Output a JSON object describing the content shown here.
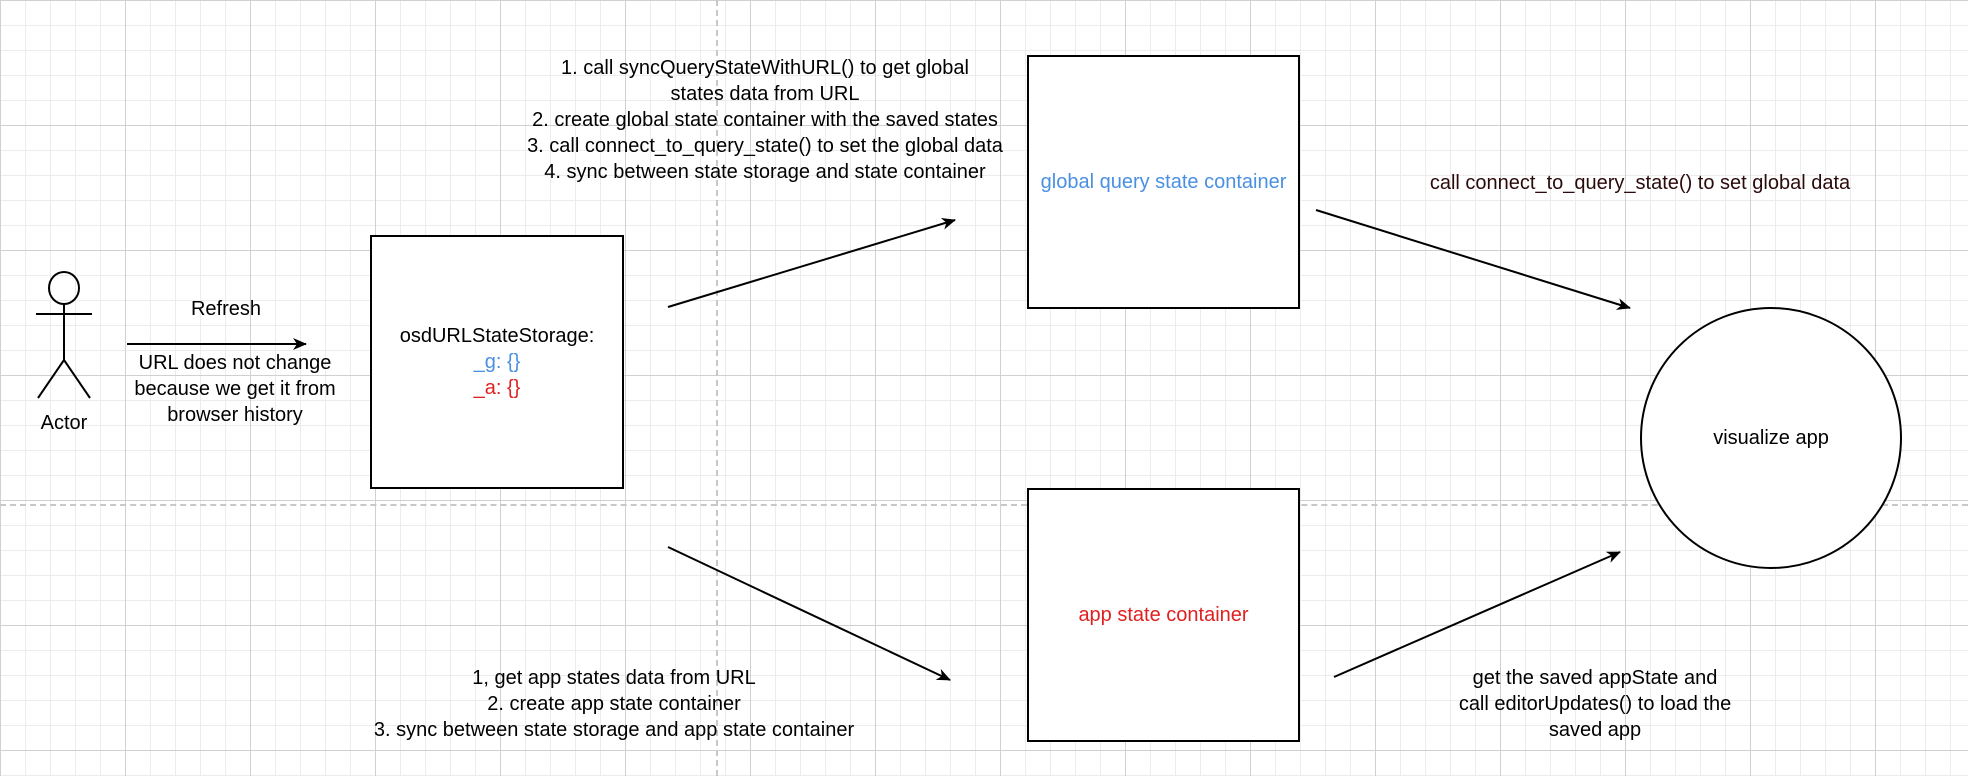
{
  "colors": {
    "blue": "#4a90e2",
    "red": "#e02020",
    "dark_maroon": "#2a0a0a",
    "stroke": "#000000",
    "grid": "#d0d0d0"
  },
  "actor": {
    "label": "Actor"
  },
  "refresh_edge": {
    "label": "Refresh",
    "note": [
      "URL does not change",
      "because we get it from",
      "browser history"
    ]
  },
  "storage": {
    "title": "osdURLStateStorage:",
    "g": "_g: {}",
    "a": "_a: {}"
  },
  "global_steps": [
    "1. call syncQueryStateWithURL() to get global",
    "states data from URL",
    "2. create global state container with the saved states",
    "3. call connect_to_query_state() to set the global data",
    "4. sync between state storage and state container"
  ],
  "app_steps": [
    "1, get app states data from URL",
    "2. create app state container",
    "3. sync between state storage and app state container"
  ],
  "global_container": {
    "label": "global query state container"
  },
  "app_container": {
    "label": "app state container"
  },
  "global_to_app_note": "call connect_to_query_state() to set global data",
  "app_to_app_note": [
    "get the saved appState and",
    "call editorUpdates() to load the",
    "saved app"
  ],
  "visualize": {
    "label": "visualize app"
  }
}
